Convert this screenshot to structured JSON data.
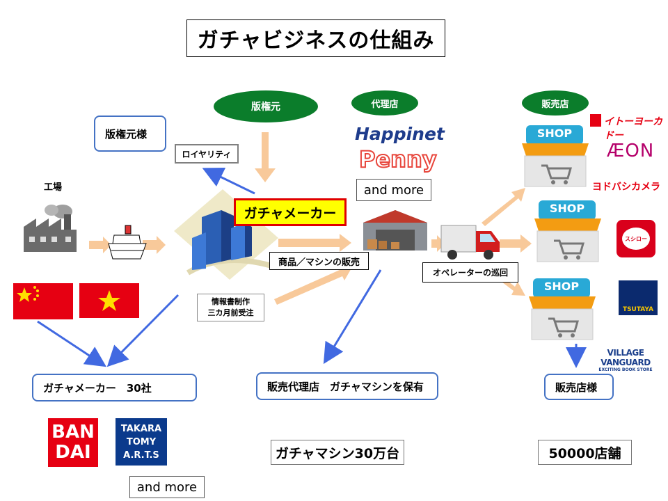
{
  "title": "ガチャビジネスの仕組み",
  "labels": {
    "licensor_pill": "版権元",
    "agency_pill": "代理店",
    "store_pill": "販売店",
    "licensor_box": "版権元様",
    "royalty": "ロイヤリティ",
    "factory": "工場",
    "maker": "ガチャメーカー",
    "product_sales": "商品／マシンの販売",
    "info": [
      "情報書制作",
      "三カ月前受注"
    ],
    "operator": "オペレーターの巡回",
    "makers_count": "ガチャメーカー　30社",
    "agency_box": "販売代理店　ガチャマシンを保有",
    "stores_box": "販売店様",
    "machines": "ガチャマシン30万台",
    "stores_count": "50000店舗",
    "and_more_agency": "and more",
    "and_more_makers": "and more"
  },
  "logos": {
    "happinet": "Happinet",
    "penny": "Penny",
    "ito_yokado": "イトーヨーカドー",
    "aeon": "ÆON",
    "yodobashi": "ヨドバシカメラ",
    "sushiro": "スシロー",
    "tsutaya": "TSUTAYA",
    "village_vanguard": "VILLAGE VANGUARD",
    "village_vanguard_sub": "EXCITING BOOK STORE",
    "bandai": [
      "BAN",
      "DAI"
    ],
    "takara_tomy": [
      "TAKARA",
      "TOMY",
      "A.R.T.S"
    ]
  },
  "shop_sign": "SHOP",
  "colors": {
    "green_pill": "#0b7d2b",
    "blue_border": "#4472c4",
    "maker_fill": "#ffff00",
    "maker_border": "#e00000",
    "orange_arrow": "#f8c99a",
    "blue_arrow": "#4169e1"
  }
}
